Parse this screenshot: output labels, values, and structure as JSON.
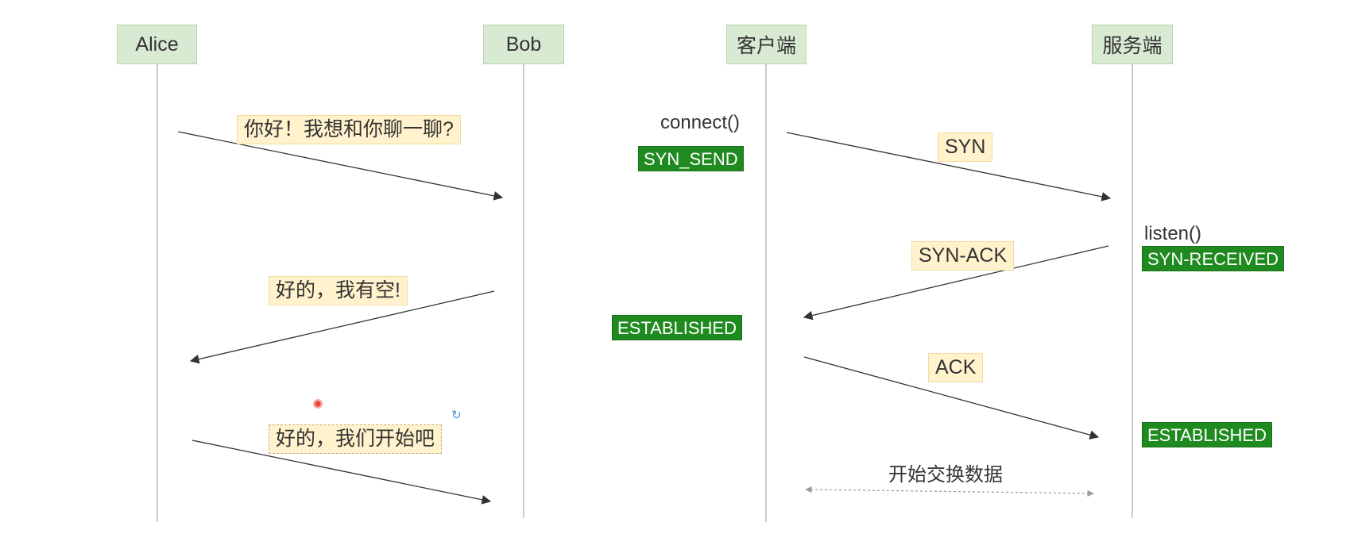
{
  "left_diagram": {
    "actors": {
      "alice": "Alice",
      "bob": "Bob"
    },
    "messages": {
      "m1": "你好！我想和你聊一聊?",
      "m2": "好的，我有空!",
      "m3": "好的，我们开始吧"
    }
  },
  "right_diagram": {
    "actors": {
      "client": "客户端",
      "server": "服务端"
    },
    "functions": {
      "connect": "connect()",
      "listen": "listen()"
    },
    "messages": {
      "syn": "SYN",
      "syn_ack": "SYN-ACK",
      "ack": "ACK"
    },
    "states": {
      "syn_send": "SYN_SEND",
      "syn_received": "SYN-RECEIVED",
      "client_established": "ESTABLISHED",
      "server_established": "ESTABLISHED"
    },
    "data_exchange": "开始交换数据"
  },
  "colors": {
    "actor_fill": "#d9ead3",
    "message_fill": "#fff2cc",
    "state_fill": "#1f8a1f",
    "arrow": "#333333"
  },
  "icons": [
    "cursor-dot-icon",
    "rotate-handle-icon"
  ]
}
